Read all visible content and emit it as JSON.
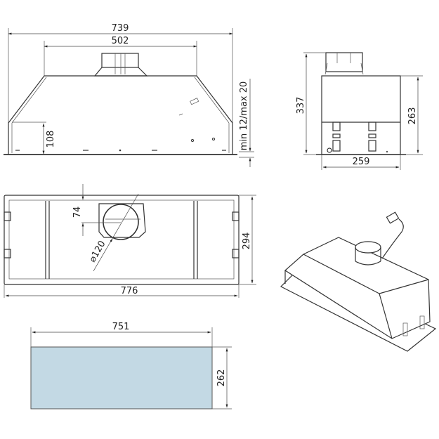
{
  "diagram": {
    "type": "technical-dimension-drawing",
    "subject": "built-in cooker hood",
    "units": "mm"
  },
  "front_view": {
    "overall_width": "739",
    "top_width": "502",
    "side_height": "108",
    "install_offset": "min 12/max 20"
  },
  "side_view": {
    "total_height": "337",
    "body_height": "263",
    "depth": "259"
  },
  "top_view": {
    "duct_offset": "74",
    "duct_diameter": "⌀120",
    "overall_width": "776",
    "overall_depth": "294"
  },
  "cutout": {
    "width": "751",
    "height": "262",
    "fill_color": "#c3d9e4"
  },
  "isometric_view": {
    "label": "isometric-hood-with-power-cord"
  }
}
